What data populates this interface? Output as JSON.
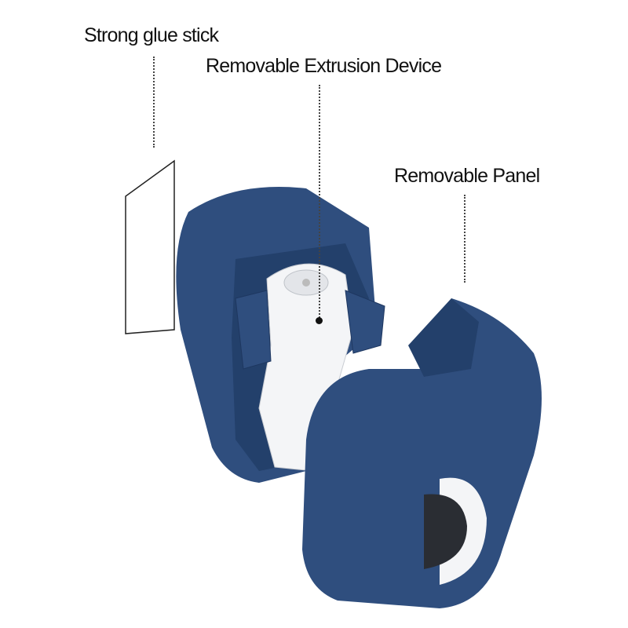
{
  "labels": {
    "glue": "Strong glue stick",
    "extrusion": "Removable Extrusion Device",
    "panel": "Removable Panel"
  },
  "colors": {
    "body": "#2f4e7e",
    "body_dark": "#23406b",
    "white_part": "#f4f5f7"
  }
}
